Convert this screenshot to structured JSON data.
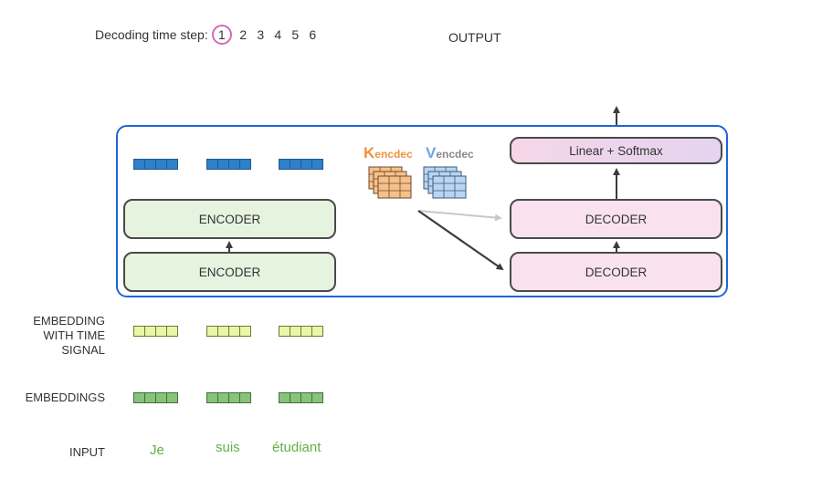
{
  "header": {
    "step_label": "Decoding time step:",
    "steps": [
      "1",
      "2",
      "3",
      "4",
      "5",
      "6"
    ],
    "active_step": "1",
    "output_label": "OUTPUT"
  },
  "encoders": [
    "ENCODER",
    "ENCODER"
  ],
  "decoders": [
    "DECODER",
    "DECODER"
  ],
  "softmax_label": "Linear + Softmax",
  "kv": {
    "k_letter": "K",
    "k_sub": "encdec",
    "v_letter": "V",
    "v_sub": "encdec"
  },
  "row_labels": {
    "embedding_time_signal": [
      "EMBEDDING",
      "WITH TIME",
      "SIGNAL"
    ],
    "embeddings": "EMBEDDINGS",
    "input": "INPUT"
  },
  "input_words": [
    "Je",
    "suis",
    "étudiant"
  ],
  "colors": {
    "frame": "#1f64d9",
    "active_step_ring": "#d36bb8",
    "encoder_fill": "#e6f3df",
    "decoder_fill": "#f9e2ee",
    "k_color": "#f0903a",
    "v_color": "#6aa6e6",
    "word_color": "#63b047"
  }
}
